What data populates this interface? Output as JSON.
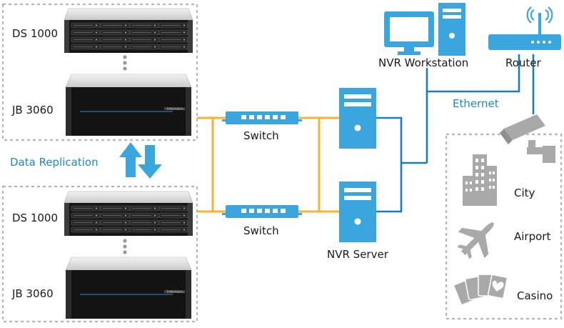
{
  "storage_groups": [
    {
      "top_device": "DS 1000",
      "bottom_device": "JB 3060"
    },
    {
      "top_device": "DS 1000",
      "bottom_device": "JB 3060"
    }
  ],
  "replication_label": "Data Replication",
  "switches": [
    {
      "label": "Switch"
    },
    {
      "label": "Switch"
    }
  ],
  "server_label": "NVR Server",
  "workstation_label": "NVR Workstation",
  "router_label": "Router",
  "ethernet_label": "Ethernet",
  "sites": [
    {
      "label": "City",
      "icon": "city-icon"
    },
    {
      "label": "Airport",
      "icon": "airplane-icon"
    },
    {
      "label": "Casino",
      "icon": "playing-cards-icon"
    }
  ],
  "jbod_brand": "Infortrend",
  "colors": {
    "accent_blue": "#1e88c7",
    "device_blue": "#3aa6dd",
    "fc_orange": "#f5b335",
    "ethernet_blue": "#1a7bbf",
    "dashed_gray": "#b5b5b5",
    "icon_gray": "#a9a9a9"
  }
}
